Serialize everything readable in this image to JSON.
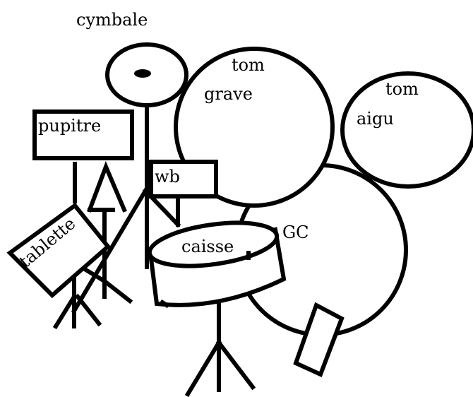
{
  "labels": {
    "cymbal": "cymbale",
    "tom_low_1": "tom",
    "tom_low_2": "grave",
    "tom_high_1": "tom",
    "tom_high_2": "aigu",
    "stand": "pupitre",
    "woodblock": "wb",
    "tray": "tablette",
    "snare": "caisse",
    "bass_drum": "GC"
  },
  "colors": {
    "ink": "#000000",
    "paper": "#ffffff"
  }
}
